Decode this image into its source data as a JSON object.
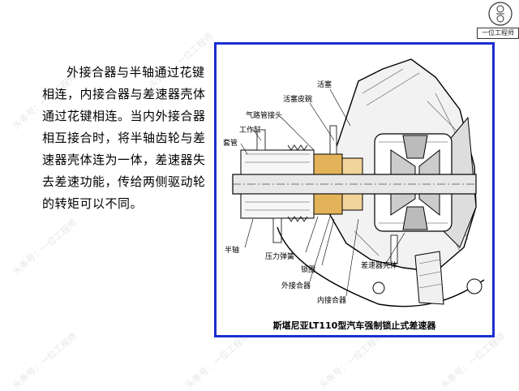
{
  "logo": {
    "caption": "一位工程师",
    "icon": "engineer-logo-icon"
  },
  "watermark": "头条号：一位工程师",
  "body_paragraph": "外接合器与半轴通过花键相连，内接合器与差速器壳体通过花键相连。当内外接合器相互接合时，将半轴齿轮与差速器壳体连为一体，差速器失去差速功能，传给两侧驱动轮的转矩可以不同。",
  "figure": {
    "caption": "斯堪尼亚LT110型汽车强制锁止式差速器",
    "frame_color": "#1a2fd0",
    "labels": {
      "piston": "活塞",
      "piston_cup": "活塞皮碗",
      "air_pipe_joint": "气路管接头",
      "working_cylinder": "工作缸",
      "sleeve": "套管",
      "half_shaft": "半轴",
      "pressure_spring": "压力弹簧",
      "lock_ring": "锁圈",
      "outer_clutch": "外接合器",
      "inner_clutch": "内接合器",
      "diff_housing": "差速器壳体"
    }
  }
}
